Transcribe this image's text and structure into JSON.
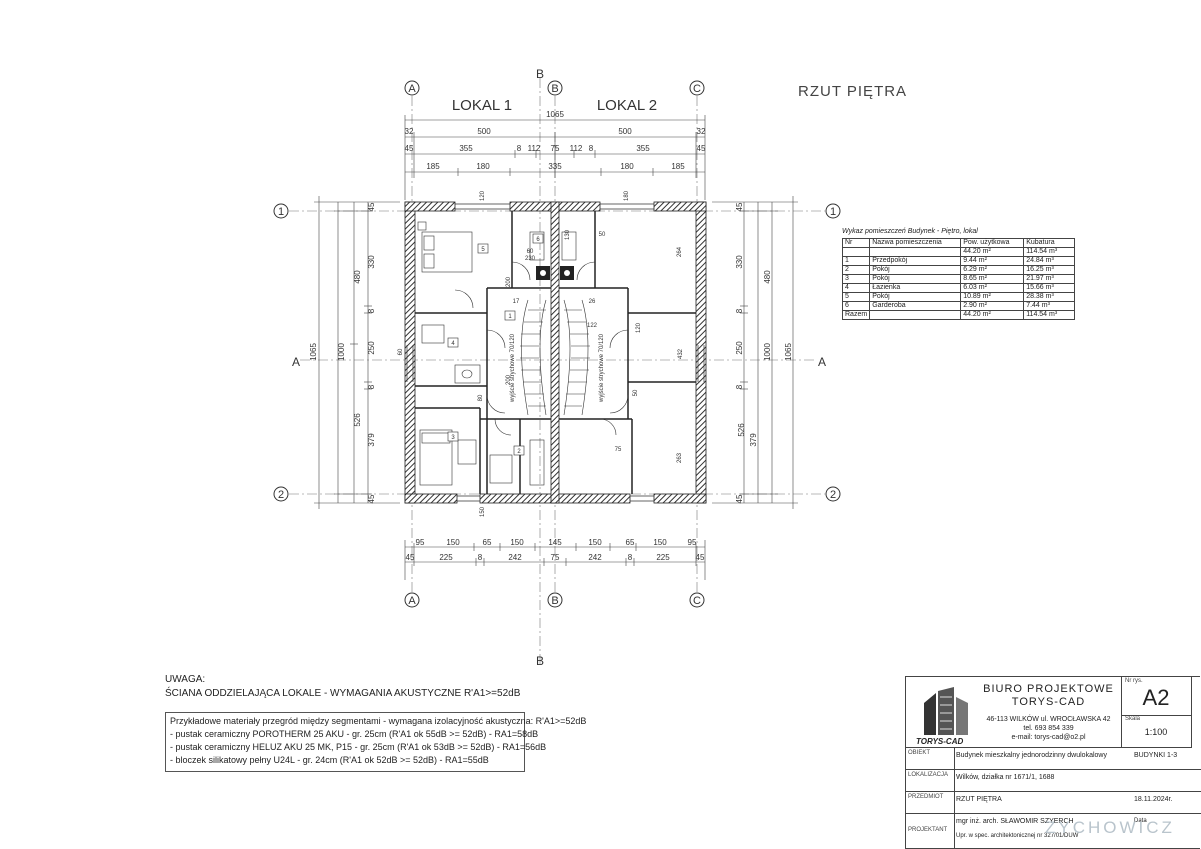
{
  "drawing": {
    "title": "RZUT PIĘTRA",
    "unit_labels": {
      "lokal1": "LOKAL 1",
      "lokal2": "LOKAL 2"
    },
    "axes": {
      "a": "A",
      "b": "B",
      "c": "C",
      "one": "1",
      "two": "2"
    },
    "section_mark": "A",
    "dims_top_row1": "1065",
    "dims_top_row2": [
      "32",
      "500",
      "500",
      "32"
    ],
    "dims_top_row3": [
      "45",
      "355",
      "8",
      "112",
      "75",
      "112",
      "8",
      "355",
      "45"
    ],
    "dims_top_row4": [
      "185",
      "180",
      "335",
      "180",
      "185"
    ],
    "dims_bottom_row1": [
      "95",
      "150",
      "65",
      "150",
      "145",
      "150",
      "65",
      "150",
      "95"
    ],
    "dims_bottom_row2": [
      "45",
      "225",
      "8",
      "242",
      "75",
      "242",
      "8",
      "225",
      "45"
    ],
    "dims_left": [
      "45",
      "330",
      "8",
      "250",
      "8",
      "379",
      "45"
    ],
    "dims_left_mid": [
      "480",
      "526"
    ],
    "dims_left_total": "1065",
    "dims_left_inner": "1000",
    "dims_right": [
      "45",
      "330",
      "8",
      "250",
      "8",
      "379",
      "45"
    ],
    "dims_right_mid": [
      "480",
      "526"
    ],
    "dims_right_total": "1065",
    "dims_right_inner": "1000",
    "room_numbers": [
      "5",
      "6",
      "1",
      "4",
      "3",
      "2"
    ],
    "interior_dims": [
      "60",
      "230",
      "130",
      "50",
      "264",
      "200",
      "17",
      "26",
      "122",
      "120",
      "432",
      "80",
      "200",
      "50",
      "75",
      "263",
      "60",
      "120",
      "150",
      "180"
    ],
    "stair_labels": [
      "wyjście strychowe 70/120",
      "wyjście strychowe 70/120"
    ]
  },
  "rooms_table": {
    "caption": "Wykaz pomieszczeń Budynek - Piętro, lokal",
    "headers": [
      "Nr",
      "Nazwa pomieszczenia",
      "Pow. użytkowa",
      "Kubatura"
    ],
    "summary": [
      "",
      "",
      "44.20 m²",
      "114.54 m³"
    ],
    "rows": [
      [
        "1",
        "Przedpokój",
        "9.44 m²",
        "24.84 m³"
      ],
      [
        "2",
        "Pokój",
        "6.29 m²",
        "16.25 m³"
      ],
      [
        "3",
        "Pokój",
        "8.65 m²",
        "21.97 m³"
      ],
      [
        "4",
        "Łazienka",
        "6.03 m²",
        "15.66 m³"
      ],
      [
        "5",
        "Pokój",
        "10.89 m²",
        "28.38 m³"
      ],
      [
        "6",
        "Garderoba",
        "2.90 m²",
        "7.44 m³"
      ]
    ],
    "total": [
      "Razem",
      "",
      "44.20 m²",
      "114.54 m³"
    ]
  },
  "notes": {
    "heading": "UWAGA:",
    "line1": "ŚCIANA ODDZIELAJĄCA LOKALE - WYMAGANIA AKUSTYCZNE R'A1>=52dB",
    "materials": [
      "Przykładowe materiały przegród między segmentami - wymagana izolacyjność akustyczna: R'A1>=52dB",
      "- pustak ceramiczny POROTHERM 25 AKU - gr. 25cm (R'A1 ok 55dB >= 52dB) - RA1=58dB",
      "- pustak ceramiczny HELUZ AKU 25 MK, P15 - gr. 25cm (R'A1 ok 53dB >= 52dB) - RA1=56dB",
      "- bloczek silikatowy pełny U24L - gr. 24cm (R'A1 ok 52dB >= 52dB) - RA1=55dB"
    ]
  },
  "title_block": {
    "office_line1": "BIURO PROJEKTOWE",
    "office_line2": "TORYS-CAD",
    "address": "46-113 WILKÓW ul. WROCŁAWSKA 42",
    "phone": "tel. 693 854 339",
    "email": "e-mail: torys-cad@o2.pl",
    "brand": "TORYS-CAD",
    "sheet_label": "Nr rys.",
    "sheet_no": "A2",
    "scale_label": "Skala",
    "scale": "1:100",
    "obiekt_label": "OBIEKT",
    "obiekt": "Budynek mieszkalny jednorodzinny dwulokalowy",
    "budynki": "BUDYNKI 1-3",
    "lokalizacja_label": "LOKALIZACJA",
    "lokalizacja": "Wilków, działka nr 1671/1, 1688",
    "przedmiot_label": "PRZEDMIOT",
    "przedmiot": "RZUT PIĘTRA",
    "projektant_label": "PROJEKTANT",
    "projektant": "mgr inż. arch. SŁAWOMIR SZYERCH",
    "uprawnienia": "Upr. w spec. architektonicznej nr 327/01/DUW",
    "date_label": "Data",
    "date": "18.11.2024r."
  },
  "watermark": "ZYCHOWICZ"
}
